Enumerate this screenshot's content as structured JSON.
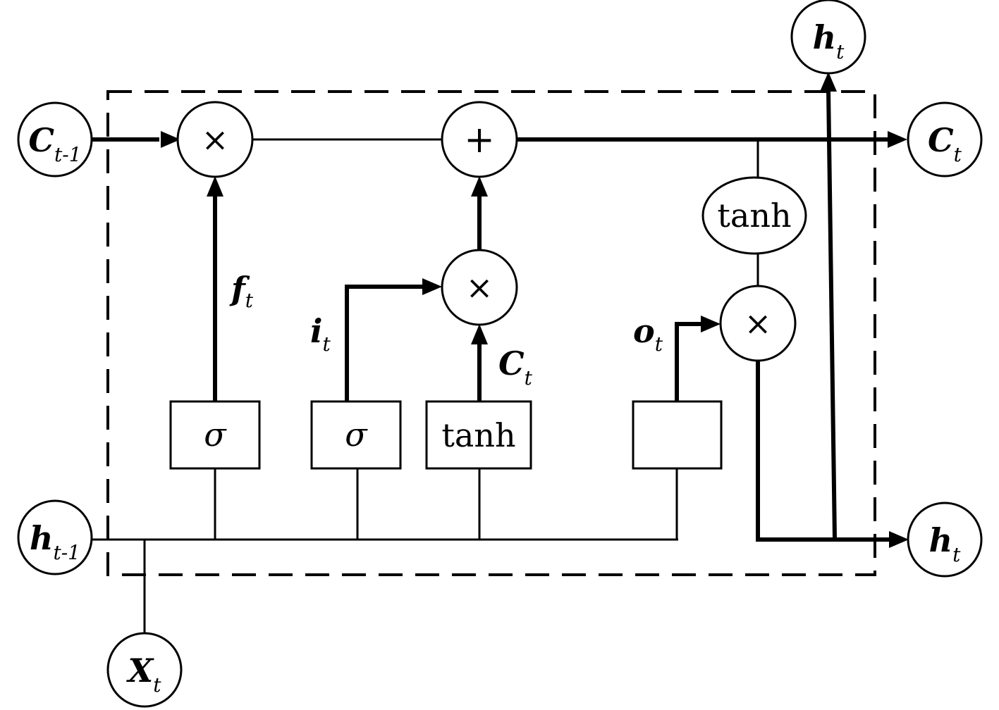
{
  "nodes": {
    "c_prev": {
      "main": "C",
      "sub": "t-1"
    },
    "h_prev": {
      "main": "h",
      "sub": "t-1"
    },
    "x_in": {
      "main": "X",
      "sub": "t"
    },
    "c_out": {
      "main": "C",
      "sub": "t"
    },
    "h_out_right": {
      "main": "h",
      "sub": "t"
    },
    "h_out_top": {
      "main": "h",
      "sub": "t"
    }
  },
  "operators": {
    "multiply": "×",
    "add": "+"
  },
  "gates": {
    "forget_activation": "σ",
    "input_activation": "σ",
    "candidate_activation": "tanh",
    "output_activation": "",
    "cell_output_activation": "tanh"
  },
  "signals": {
    "forget": {
      "main": "f",
      "sub": "t"
    },
    "input": {
      "main": "i",
      "sub": "t"
    },
    "candidate": {
      "main": "C",
      "sub": "t"
    },
    "output": {
      "main": "o",
      "sub": "t"
    }
  },
  "colors": {
    "stroke": "#000000",
    "background": "#ffffff"
  }
}
